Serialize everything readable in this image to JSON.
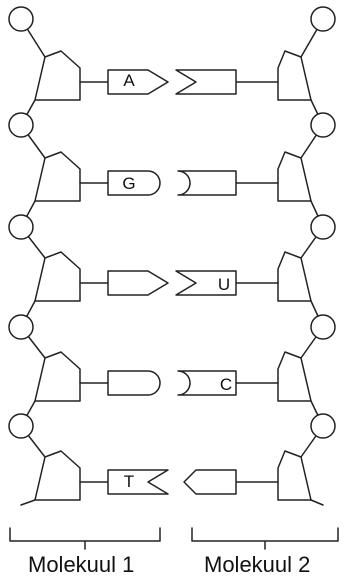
{
  "molecule1": {
    "caption": "Molekuul 1",
    "bases": [
      {
        "letter": "A",
        "shape": "arrow"
      },
      {
        "letter": "G",
        "shape": "round"
      },
      {
        "letter": "",
        "shape": "arrow"
      },
      {
        "letter": "",
        "shape": "round"
      },
      {
        "letter": "T",
        "shape": "notch"
      }
    ]
  },
  "molecule2": {
    "caption": "Molekuul 2",
    "bases": [
      {
        "letter": "",
        "shape": "notch"
      },
      {
        "letter": "",
        "shape": "round"
      },
      {
        "letter": "U",
        "shape": "notch"
      },
      {
        "letter": "C",
        "shape": "round"
      },
      {
        "letter": "",
        "shape": "arrow"
      }
    ]
  }
}
